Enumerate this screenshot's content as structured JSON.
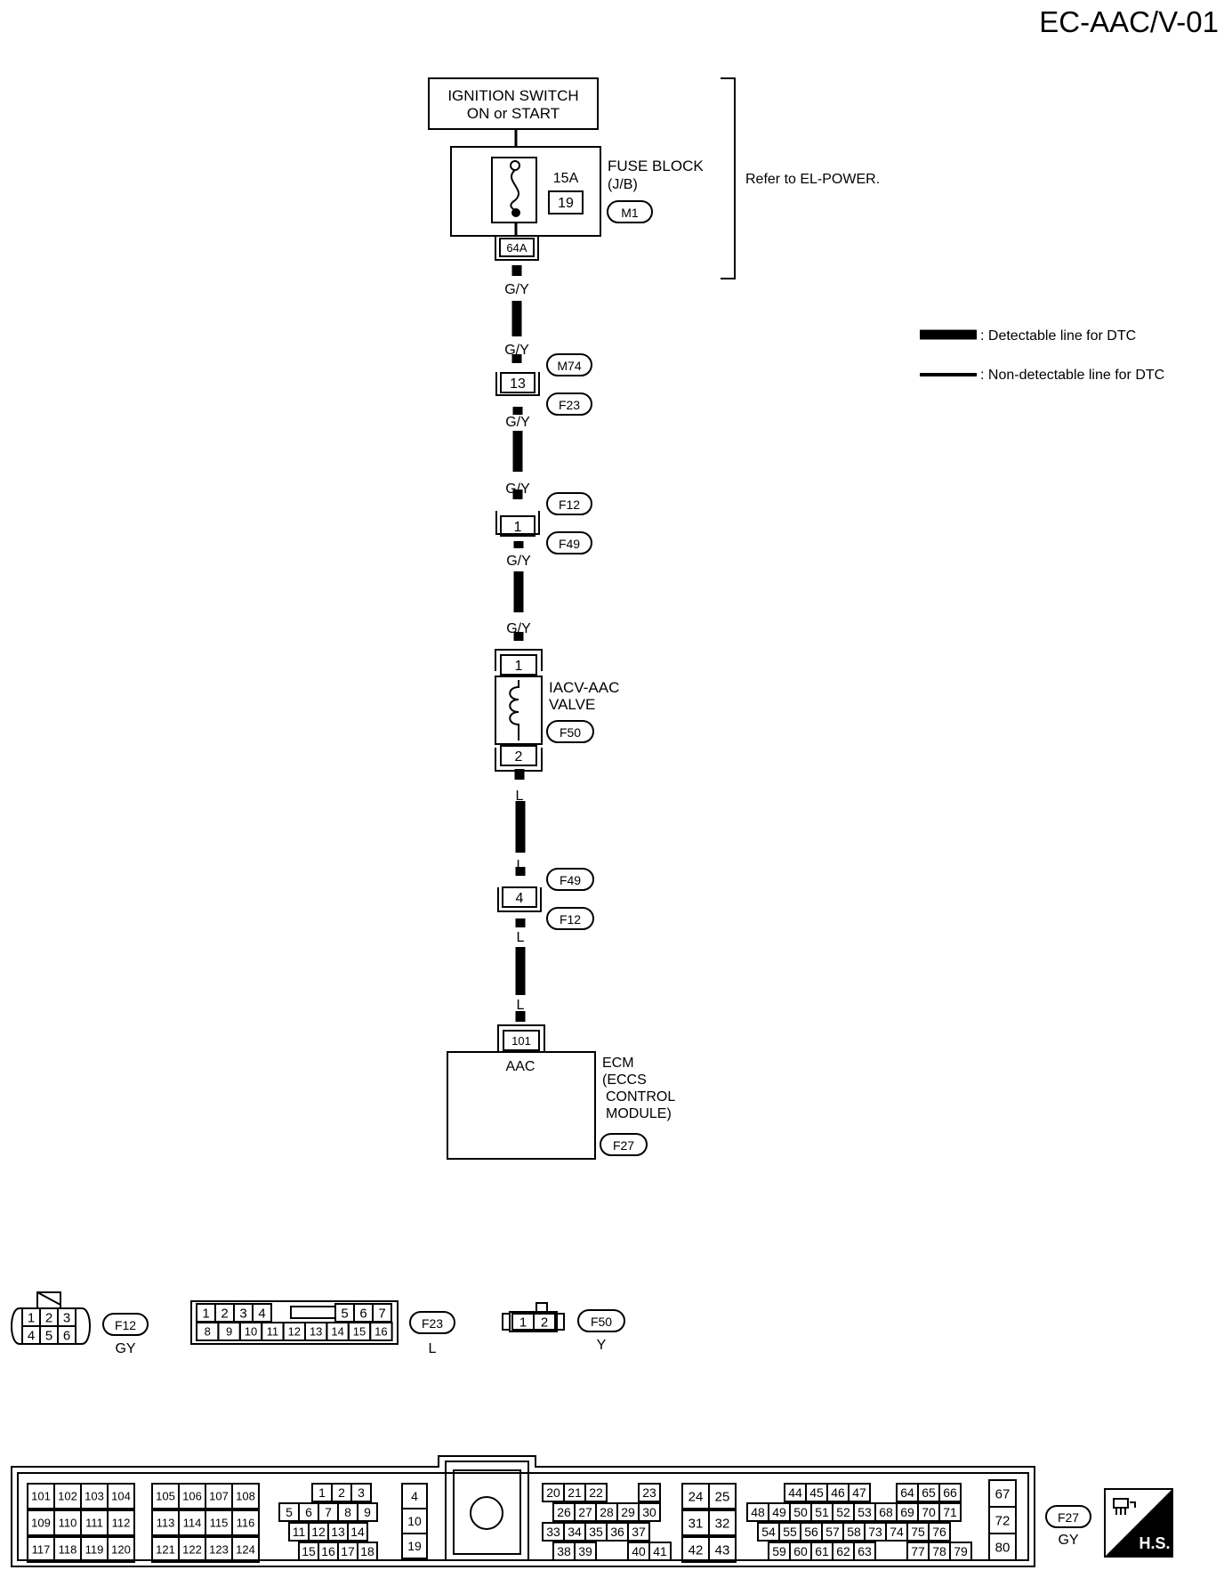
{
  "page_code": "EC-AAC/V-01",
  "ignition": {
    "line1": "IGNITION SWITCH",
    "line2": "ON or START"
  },
  "fuse_block": {
    "title": "FUSE BLOCK",
    "subtitle": "(J/B)",
    "fuse_rating": "15A",
    "fuse_number": "19",
    "connector": "M1",
    "terminal": "64A"
  },
  "refer_text": "Refer to EL-POWER.",
  "legend": {
    "detectable": ": Detectable line for DTC",
    "non_detectable": ": Non-detectable line for DTC"
  },
  "wire_colors": {
    "w1": "G/Y",
    "w2": "G/Y",
    "w3": "G/Y",
    "w4": "G/Y",
    "w5": "G/Y",
    "w6": "G/Y",
    "w7": "L",
    "w8": "L",
    "w9": "L",
    "w10": "L"
  },
  "junction_m74_f23": {
    "terminal": "13",
    "upper": "M74",
    "lower": "F23"
  },
  "junction_f12_f49": {
    "terminal": "1",
    "upper": "F12",
    "lower": "F49"
  },
  "iacv": {
    "line1": "IACV-AAC",
    "line2": "VALVE",
    "connector": "F50",
    "terminal_top": "1",
    "terminal_bottom": "2"
  },
  "junction_f49_f12": {
    "terminal": "4",
    "upper": "F49",
    "lower": "F12"
  },
  "ecm": {
    "terminal": "101",
    "pin_label": "AAC",
    "line1": "ECM",
    "line2": "(ECCS",
    "line3": "CONTROL",
    "line4": "MODULE)",
    "connector": "F27"
  },
  "connectors": {
    "f12": {
      "id": "F12",
      "color": "GY",
      "row1": [
        "1",
        "2",
        "3"
      ],
      "row2": [
        "4",
        "5",
        "6"
      ]
    },
    "f23": {
      "id": "F23",
      "color": "L",
      "row1a": [
        "1",
        "2",
        "3",
        "4"
      ],
      "row1b": [
        "5",
        "6",
        "7"
      ],
      "row2": [
        "8",
        "9",
        "10",
        "11",
        "12",
        "13",
        "14",
        "15",
        "16"
      ]
    },
    "f50": {
      "id": "F50",
      "color": "Y",
      "pins": [
        "1",
        "2"
      ]
    },
    "f27": {
      "id": "F27",
      "color": "GY",
      "hs": "H.S.",
      "g1": [
        [
          "101",
          "102",
          "103",
          "104"
        ],
        [
          "109",
          "110",
          "111",
          "112"
        ],
        [
          "117",
          "118",
          "119",
          "120"
        ]
      ],
      "g2": [
        [
          "105",
          "106",
          "107",
          "108"
        ],
        [
          "113",
          "114",
          "115",
          "116"
        ],
        [
          "121",
          "122",
          "123",
          "124"
        ]
      ],
      "g3r1": [
        "1",
        "2",
        "3"
      ],
      "g3r2": [
        "5",
        "6",
        "7",
        "8",
        "9"
      ],
      "g3r3": [
        "11",
        "12",
        "13",
        "14"
      ],
      "g3r4": [
        "15",
        "16",
        "17",
        "18"
      ],
      "g4": [
        "4",
        "10",
        "19"
      ],
      "g5r1a": [
        "20",
        "21",
        "22"
      ],
      "g5r1b": [
        "23"
      ],
      "g5r2": [
        "26",
        "27",
        "28",
        "29",
        "30"
      ],
      "g5r3": [
        "33",
        "34",
        "35",
        "36",
        "37"
      ],
      "g5r4a": [
        "38",
        "39"
      ],
      "g5r4b": [
        "40",
        "41"
      ],
      "g6": [
        [
          "24",
          "25"
        ],
        [
          "31",
          "32"
        ],
        [
          "42",
          "43"
        ]
      ],
      "g7r1a": [
        "44",
        "45",
        "46",
        "47"
      ],
      "g7r1b": [
        "64",
        "65",
        "66"
      ],
      "g7r2": [
        "48",
        "49",
        "50",
        "51",
        "52",
        "53",
        "68",
        "69",
        "70",
        "71"
      ],
      "g7r3": [
        "54",
        "55",
        "56",
        "57",
        "58",
        "73",
        "74",
        "75",
        "76"
      ],
      "g7r4a": [
        "59",
        "60",
        "61",
        "62",
        "63"
      ],
      "g7r4b": [
        "77",
        "78",
        "79"
      ],
      "g8": [
        "67",
        "72",
        "80"
      ]
    }
  }
}
